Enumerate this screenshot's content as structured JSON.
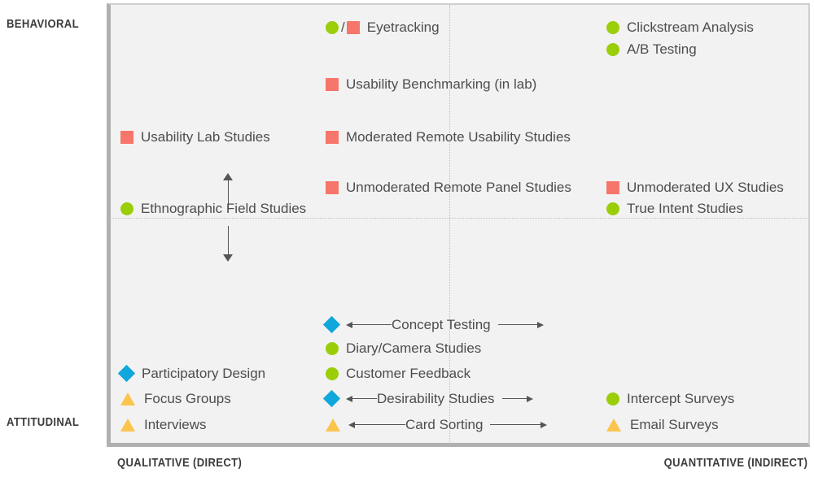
{
  "chart_data": {
    "type": "scatter",
    "title": "",
    "xlabel_left": "QUALITATIVE (DIRECT)",
    "xlabel_right": "QUANTITATIVE (INDIRECT)",
    "ylabel_top": "BEHAVIORAL",
    "ylabel_bottom": "ATTITUDINAL",
    "grid": "dotted quadrant crosshair",
    "legend": "none",
    "marker_colors": {
      "circle_green": "#9ace08",
      "square_red": "#f7766c",
      "diamond_blue": "#10a7dc",
      "triangle_yellow": "#fbc44d"
    },
    "axes": {
      "x_range": [
        "qualitative",
        "quantitative"
      ],
      "y_range": [
        "attitudinal",
        "behavioral"
      ]
    },
    "points": [
      {
        "label": "Eyetracking",
        "markers": [
          "circle",
          "square"
        ],
        "x": 0.32,
        "y": 0.95,
        "arrow": "none"
      },
      {
        "label": "Clickstream Analysis",
        "markers": [
          "circle"
        ],
        "x": 0.73,
        "y": 0.95,
        "arrow": "none"
      },
      {
        "label": "A/B Testing",
        "markers": [
          "circle"
        ],
        "x": 0.73,
        "y": 0.9,
        "arrow": "none"
      },
      {
        "label": "Usability Benchmarking (in lab)",
        "markers": [
          "square"
        ],
        "x": 0.32,
        "y": 0.82,
        "arrow": "none"
      },
      {
        "label": "Usability Lab Studies",
        "markers": [
          "square"
        ],
        "x": 0.03,
        "y": 0.69,
        "arrow": "none"
      },
      {
        "label": "Moderated Remote Usability Studies",
        "markers": [
          "square"
        ],
        "x": 0.32,
        "y": 0.69,
        "arrow": "none"
      },
      {
        "label": "Unmoderated Remote Panel Studies",
        "markers": [
          "square"
        ],
        "x": 0.32,
        "y": 0.58,
        "arrow": "none"
      },
      {
        "label": "Unmoderated UX Studies",
        "markers": [
          "square"
        ],
        "x": 0.73,
        "y": 0.58,
        "arrow": "none"
      },
      {
        "label": "Ethnographic Field Studies",
        "markers": [
          "circle"
        ],
        "x": 0.03,
        "y": 0.52,
        "arrow": "vertical"
      },
      {
        "label": "True Intent Studies",
        "markers": [
          "circle"
        ],
        "x": 0.73,
        "y": 0.52,
        "arrow": "none"
      },
      {
        "label": "Concept Testing",
        "markers": [
          "diamond"
        ],
        "x": 0.32,
        "y": 0.26,
        "arrow": "horizontal"
      },
      {
        "label": "Diary/Camera Studies",
        "markers": [
          "circle"
        ],
        "x": 0.32,
        "y": 0.21,
        "arrow": "none"
      },
      {
        "label": "Customer Feedback",
        "markers": [
          "circle"
        ],
        "x": 0.32,
        "y": 0.15,
        "arrow": "none"
      },
      {
        "label": "Participatory Design",
        "markers": [
          "diamond"
        ],
        "x": 0.03,
        "y": 0.15,
        "arrow": "none"
      },
      {
        "label": "Focus Groups",
        "markers": [
          "triangle"
        ],
        "x": 0.03,
        "y": 0.09,
        "arrow": "none"
      },
      {
        "label": "Desirability Studies",
        "markers": [
          "diamond"
        ],
        "x": 0.32,
        "y": 0.09,
        "arrow": "horizontal"
      },
      {
        "label": "Intercept Surveys",
        "markers": [
          "circle"
        ],
        "x": 0.73,
        "y": 0.09,
        "arrow": "none"
      },
      {
        "label": "Interviews",
        "markers": [
          "triangle"
        ],
        "x": 0.03,
        "y": 0.03,
        "arrow": "none"
      },
      {
        "label": "Card Sorting",
        "markers": [
          "triangle"
        ],
        "x": 0.32,
        "y": 0.03,
        "arrow": "horizontal"
      },
      {
        "label": "Email Surveys",
        "markers": [
          "triangle"
        ],
        "x": 0.73,
        "y": 0.03,
        "arrow": "none"
      }
    ]
  },
  "axis": {
    "top_left": "BEHAVIORAL",
    "bottom_left": "ATTITUDINAL",
    "bottom_x_left": "QUALITATIVE (DIRECT)",
    "bottom_x_right": "QUANTITATIVE (INDIRECT)"
  },
  "items": {
    "eyetracking": "Eyetracking",
    "clickstream_analysis": "Clickstream Analysis",
    "ab_testing": "A/B Testing",
    "usability_benchmarking": "Usability Benchmarking (in lab)",
    "usability_lab_studies": "Usability Lab Studies",
    "moderated_remote": "Moderated Remote Usability Studies",
    "unmoderated_remote_panel": "Unmoderated Remote Panel Studies",
    "unmoderated_ux_studies": "Unmoderated UX Studies",
    "ethnographic_field_studies": "Ethnographic Field Studies",
    "true_intent_studies": "True Intent Studies",
    "concept_testing": "Concept Testing",
    "diary_camera_studies": "Diary/Camera Studies",
    "customer_feedback": "Customer Feedback",
    "participatory_design": "Participatory Design",
    "focus_groups": "Focus Groups",
    "desirability_studies": "Desirability Studies",
    "intercept_surveys": "Intercept Surveys",
    "interviews": "Interviews",
    "card_sorting": "Card Sorting",
    "email_surveys": "Email Surveys",
    "slash": "/"
  }
}
